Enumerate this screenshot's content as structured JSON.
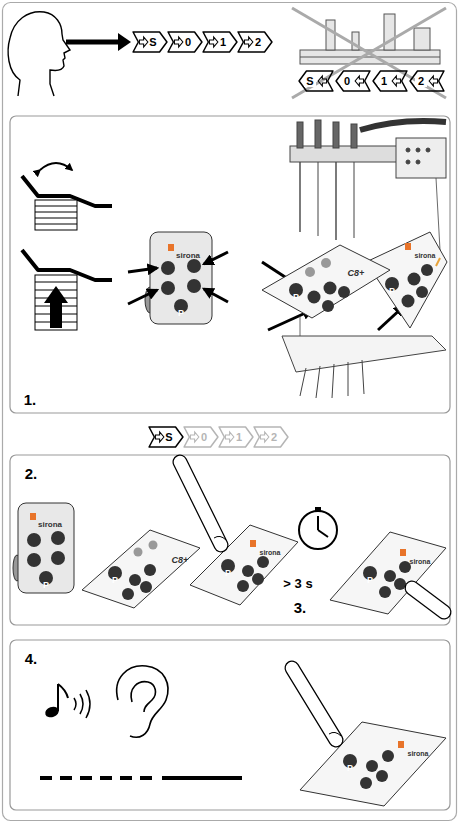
{
  "diagram": {
    "nodes": [
      {
        "text": [
          "S"
        ]
      },
      {
        "text": [
          "0"
        ]
      },
      {
        "text": [
          "1"
        ]
      },
      {
        "text": [
          "2"
        ]
      },
      {
        "text": [
          "S"
        ]
      },
      {
        "text": [
          "0"
        ]
      },
      {
        "text": [
          "1"
        ]
      },
      {
        "text": [
          "2"
        ]
      },
      {
        "text": [
          "S"
        ]
      },
      {
        "text": [
          "0"
        ]
      },
      {
        "text": [
          "1"
        ]
      },
      {
        "text": [
          "2"
        ]
      }
    ],
    "labels": [
      "1.",
      "sirona",
      "P",
      "C8+",
      "P",
      "sirona",
      "P",
      "2.",
      "sirona",
      "P",
      "C8+",
      "P",
      "sirona",
      "P",
      "sirona",
      "P",
      "> 3 s",
      "3.",
      "4.",
      "sirona",
      "P"
    ]
  }
}
